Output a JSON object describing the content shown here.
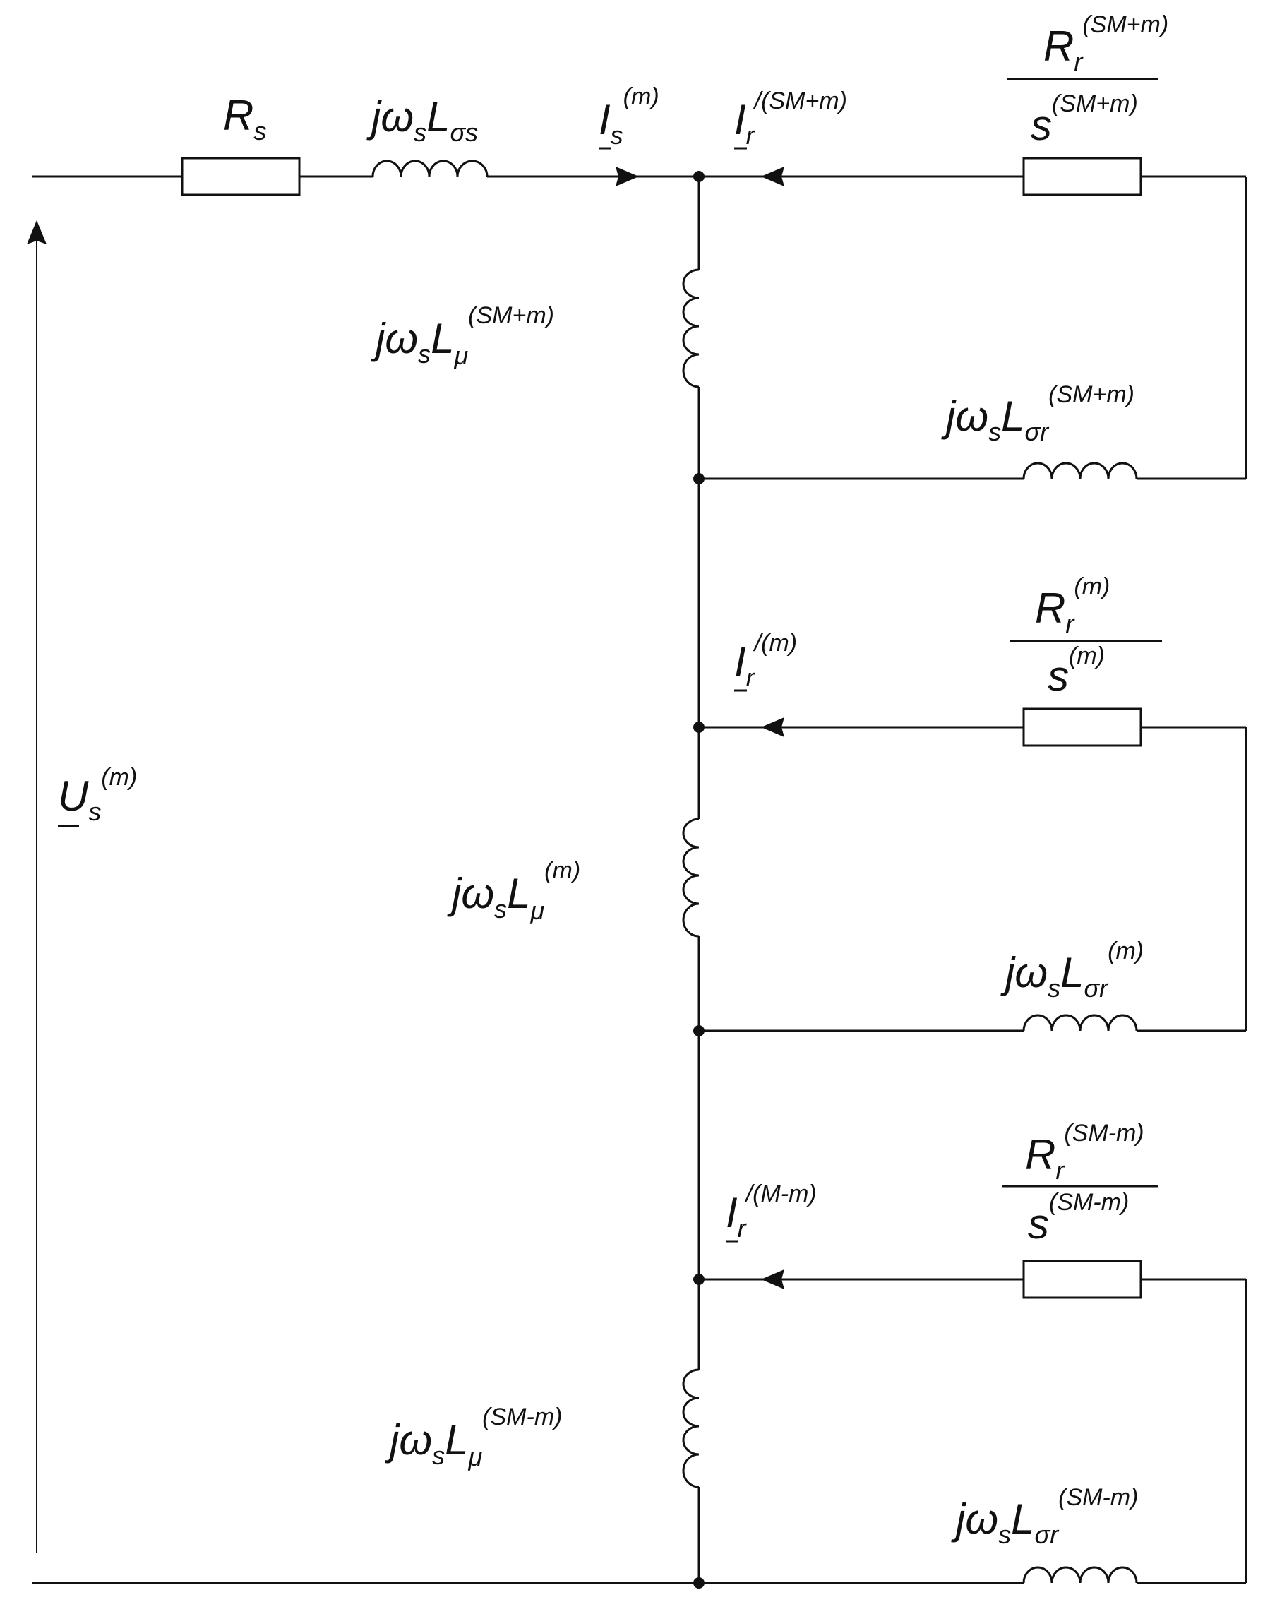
{
  "labels": {
    "rs": {
      "main": "R",
      "sub": "s"
    },
    "lsigma_s": {
      "pre": "jω",
      "sub1": "s",
      "main": "L",
      "sub2": "σs"
    },
    "is": {
      "main": "I",
      "sub": "s",
      "sup": "(m)"
    },
    "ir_top": {
      "main": "I",
      "sub": "r",
      "sup": "/(SM+m)"
    },
    "rr_top": {
      "num_main": "R",
      "num_sub": "r",
      "num_sup": "(SM+m)",
      "den_main": "s",
      "den_sup": "(SM+m)"
    },
    "lmu_top": {
      "pre": "jω",
      "sub1": "s",
      "main": "L",
      "sub2": "μ",
      "sup": "(SM+m)"
    },
    "lsigma_r_top": {
      "pre": "jω",
      "sub1": "s",
      "main": "L",
      "sub2": "σr",
      "sup": "(SM+m)"
    },
    "rr_mid": {
      "num_main": "R",
      "num_sub": "r",
      "num_sup": "(m)",
      "den_main": "s",
      "den_sup": "(m)"
    },
    "ir_mid": {
      "main": "I",
      "sub": "r",
      "sup": "/(m)"
    },
    "us": {
      "main": "U",
      "sub": "s",
      "sup": "(m)"
    },
    "lmu_mid": {
      "pre": "jω",
      "sub1": "s",
      "main": "L",
      "sub2": "μ",
      "sup": "(m)"
    },
    "lsigma_r_mid": {
      "pre": "jω",
      "sub1": "s",
      "main": "L",
      "sub2": "σr",
      "sup": "(m)"
    },
    "rr_bot": {
      "num_main": "R",
      "num_sub": "r",
      "num_sup": "(SM-m)",
      "den_main": "s",
      "den_sup": "(SM-m)"
    },
    "ir_bot": {
      "main": "I",
      "sub": "r",
      "sup": "/(M-m)"
    },
    "lmu_bot": {
      "pre": "jω",
      "sub1": "s",
      "main": "L",
      "sub2": "μ",
      "sup": "(SM-m)"
    },
    "lsigma_r_bot": {
      "pre": "jω",
      "sub1": "s",
      "main": "L",
      "sub2": "σr",
      "sup": "(SM-m)"
    }
  }
}
